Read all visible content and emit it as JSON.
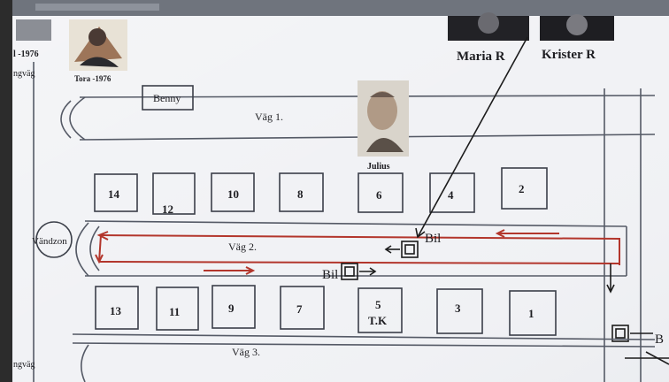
{
  "image": {
    "description_labels": {
      "left_partial_years": "l -1976",
      "left_partial_road_top": "ngväg",
      "left_partial_road_bottom": "ngväg"
    },
    "portraits": [
      {
        "id": "tora",
        "caption": "Tora -1976"
      },
      {
        "id": "julius",
        "caption": "Julius"
      },
      {
        "id": "maria",
        "caption": "Maria R"
      },
      {
        "id": "krister",
        "caption": "Krister R"
      }
    ],
    "labels": {
      "benny": "Benny",
      "road1": "Väg 1.",
      "road2": "Väg 2.",
      "road3": "Väg 3.",
      "turnaround": "Vändzon",
      "car1": "Bil",
      "car2": "Bil",
      "car3_partial": "B"
    },
    "top_lots": [
      "14",
      "12",
      "10",
      "8",
      "6",
      "4",
      "2"
    ],
    "bottom_lots": [
      "13",
      "11",
      "9",
      "7",
      "5",
      "3",
      "1"
    ],
    "lot5_note": "T.K",
    "colors": {
      "screen_bg": "#f2f3f6",
      "bezel": "#2a2a2a",
      "ink": "#1e1e22",
      "route_red": "#b3362c",
      "lines_gray": "#555a66"
    }
  }
}
